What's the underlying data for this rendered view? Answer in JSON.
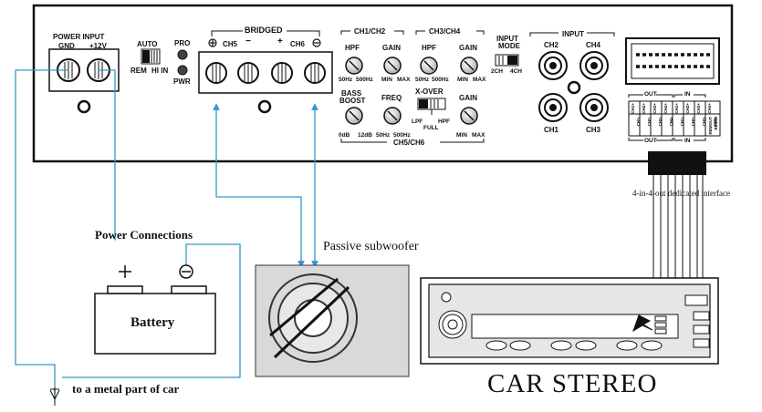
{
  "amp": {
    "power_input_title": "POWER INPUT",
    "gnd": "GND",
    "v12": "+12V",
    "auto": "AUTO",
    "rem": "REM",
    "hi_in": "HI IN",
    "pro": "PRO",
    "pwr": "PWR",
    "bridged": "BRIDGED",
    "ch5": "CH5",
    "ch6": "CH6",
    "ch1_ch2": "CH1/CH2",
    "ch3_ch4": "CH3/CH4",
    "ch5_ch6": "CH5/CH6",
    "hpf": "HPF",
    "gain": "GAIN",
    "bass_boost_1": "BASS",
    "bass_boost_2": "BOOST",
    "freq": "FREQ",
    "x_over": "X-OVER",
    "lpf": "LPF",
    "full": "FULL",
    "hz_50": "50Hz",
    "hz_500": "500Hz",
    "min": "MIN",
    "max": "MAX",
    "db0": "0dB",
    "db12": "12dB",
    "input_mode_1": "INPUT",
    "input_mode_2": "MODE",
    "ch2_mode": "2CH",
    "ch4_mode": "4CH",
    "input_title": "INPUT",
    "ch1": "CH1",
    "ch2": "CH2",
    "ch3": "CH3",
    "ch4": "CH4",
    "out": "OUT",
    "in": "IN",
    "plus": "+",
    "minus": "−",
    "term_out": [
      "CH1+",
      "CH1-",
      "CH2+",
      "CH2-",
      "CH3+",
      "CH3-",
      "CH4+",
      "CH4-"
    ],
    "term_in": [
      "CH1+",
      "CH1-",
      "CH2+",
      "CH2-",
      "CH3+",
      "CH3-",
      "CH4+",
      "CH4-"
    ],
    "term_extra": [
      "REMOUT",
      "REMIN"
    ]
  },
  "labels": {
    "interface": "4-in-4-out dedicated interface",
    "power_connections": "Power Connections",
    "battery": "Battery",
    "passive_subwoofer": "Passive subwoofer",
    "metal_part": "to a metal part of car",
    "car_stereo": "CAR STEREO"
  },
  "colors": {
    "wire": "#3399cc",
    "panel": "#ffffff",
    "outline": "#111111",
    "sub_box": "#d9d9d9",
    "stereo_face": "#e6e6e6"
  }
}
